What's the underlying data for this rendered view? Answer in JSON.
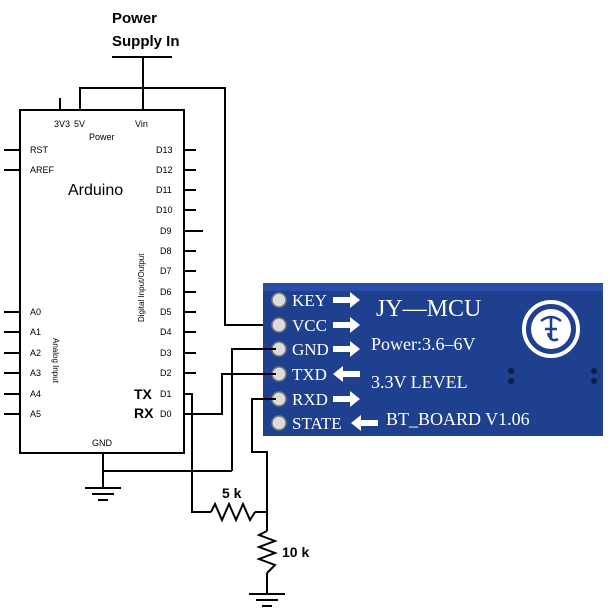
{
  "power_supply": {
    "line1": "Power",
    "line2": "Supply In"
  },
  "arduino": {
    "name": "Arduino",
    "power_header": "Power",
    "power_pins": [
      "3V3",
      "5V",
      "Vin"
    ],
    "left_pins": [
      "RST",
      "AREF"
    ],
    "analog_pins": [
      "A0",
      "A1",
      "A2",
      "A3",
      "A4",
      "A5"
    ],
    "analog_label": "Analog Input",
    "digital_pins": [
      "D13",
      "D12",
      "D11",
      "D10",
      "D9",
      "D8",
      "D7",
      "D6",
      "D5",
      "D4",
      "D3",
      "D2",
      "D1",
      "D0"
    ],
    "digital_label": "Digital Input/Output",
    "tx_label": "TX",
    "rx_label": "RX",
    "gnd_label": "GND"
  },
  "bt_module": {
    "pins": [
      "KEY",
      "VCC",
      "GND",
      "TXD",
      "RXD",
      "STATE"
    ],
    "brand": "JY—MCU",
    "power_text": "Power:3.6–6V",
    "level_text": "3.3V  LEVEL",
    "board_text": "BT_BOARD  V1.06",
    "board_color": "#1f3f8f"
  },
  "resistors": {
    "r1": "5 k",
    "r2": "10 k"
  }
}
